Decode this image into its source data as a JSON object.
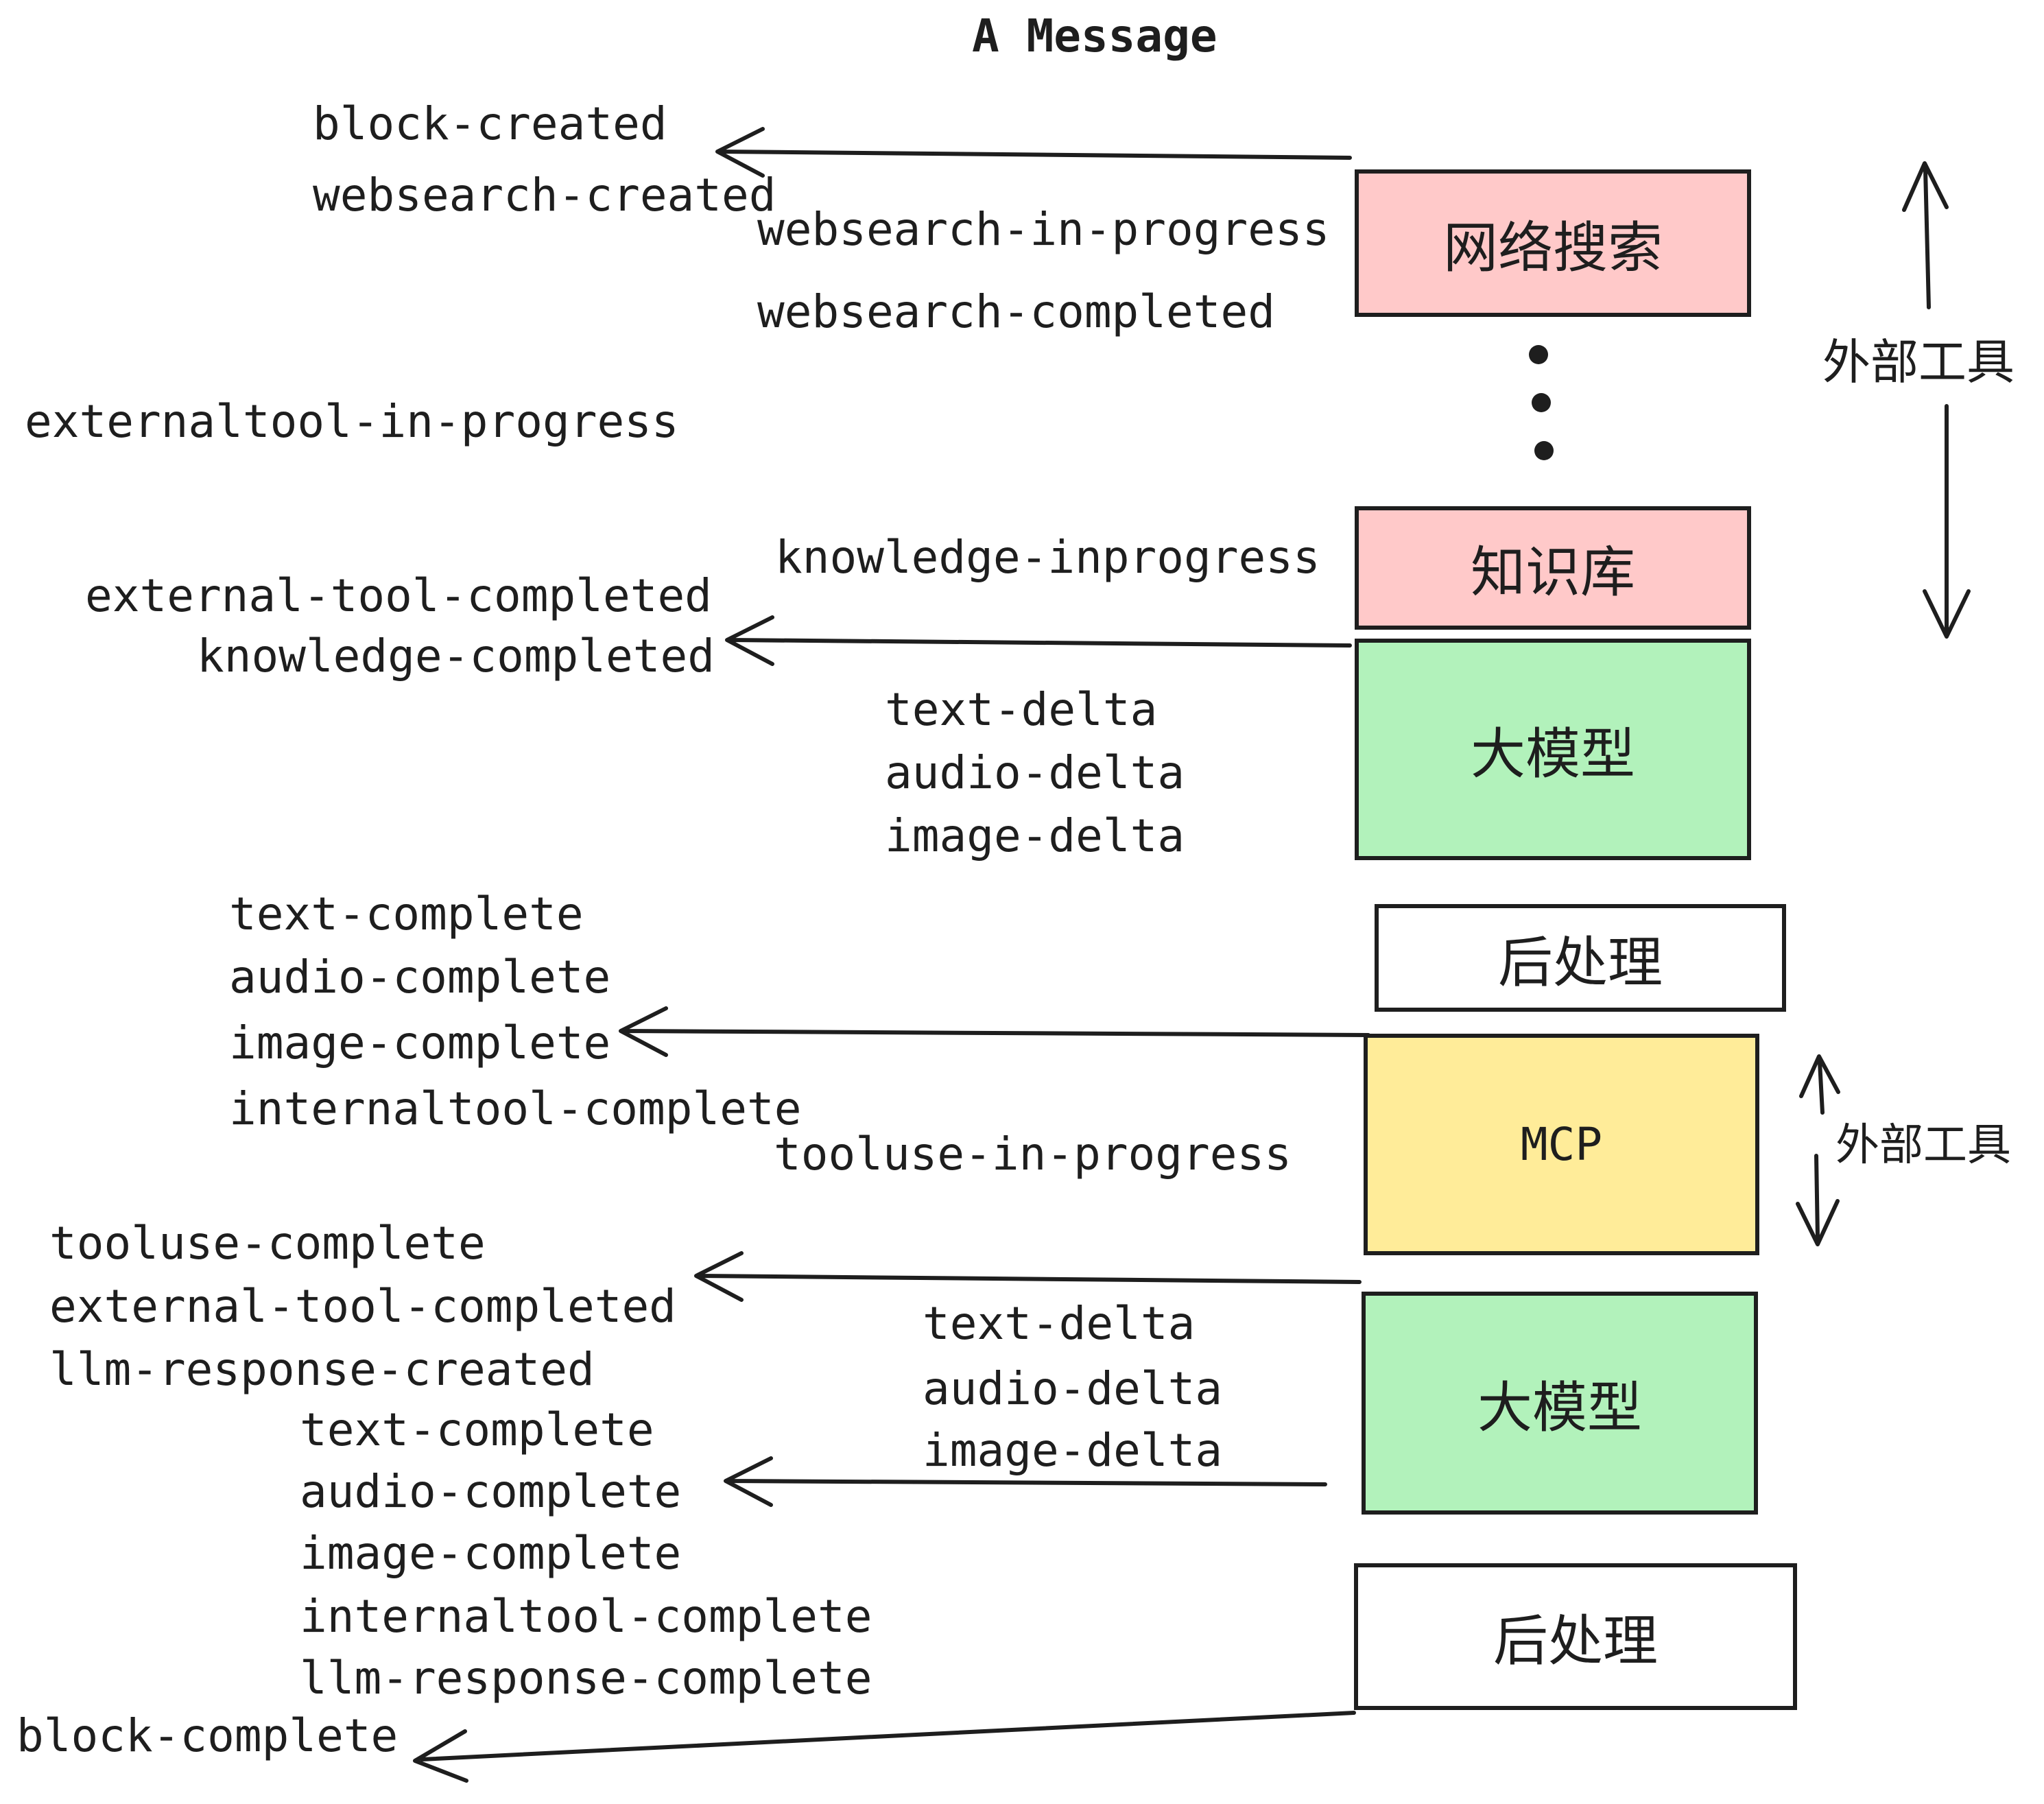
{
  "title": "A Message",
  "colors": {
    "ink": "#1e1e1e",
    "pink": "#ffc9c9",
    "green": "#b2f2bb",
    "yellow": "#ffec99",
    "white": "#ffffff"
  },
  "boxes": {
    "websearch": {
      "label": "网络搜索",
      "color": "#ffc9c9"
    },
    "knowledge": {
      "label": "知识库",
      "color": "#ffc9c9"
    },
    "llm": {
      "label": "大模型",
      "color": "#b2f2bb"
    },
    "postprocess": {
      "label": "后处理",
      "color": "#ffffff"
    },
    "mcp": {
      "label": "MCP",
      "color": "#ffec99"
    }
  },
  "events": {
    "block_created": "block-created",
    "websearch_created": "websearch-created",
    "websearch_in_progress": "websearch-in-progress",
    "websearch_completed": "websearch-completed",
    "externaltool_in_progress": "externaltool-in-progress",
    "knowledge_inprogress": "knowledge-inprogress",
    "external_tool_completed": "external-tool-completed",
    "knowledge_completed": "knowledge-completed",
    "text_delta": "text-delta",
    "audio_delta": "audio-delta",
    "image_delta": "image-delta",
    "text_complete": "text-complete",
    "audio_complete": "audio-complete",
    "image_complete": "image-complete",
    "internaltool_complete": "internaltool-complete",
    "tooluse_in_progress": "tooluse-in-progress",
    "tooluse_complete": "tooluse-complete",
    "llm_response_created": "llm-response-created",
    "llm_response_complete": "llm-response-complete",
    "block_complete": "block-complete"
  },
  "annotations": {
    "external_tools": "外部工具"
  }
}
